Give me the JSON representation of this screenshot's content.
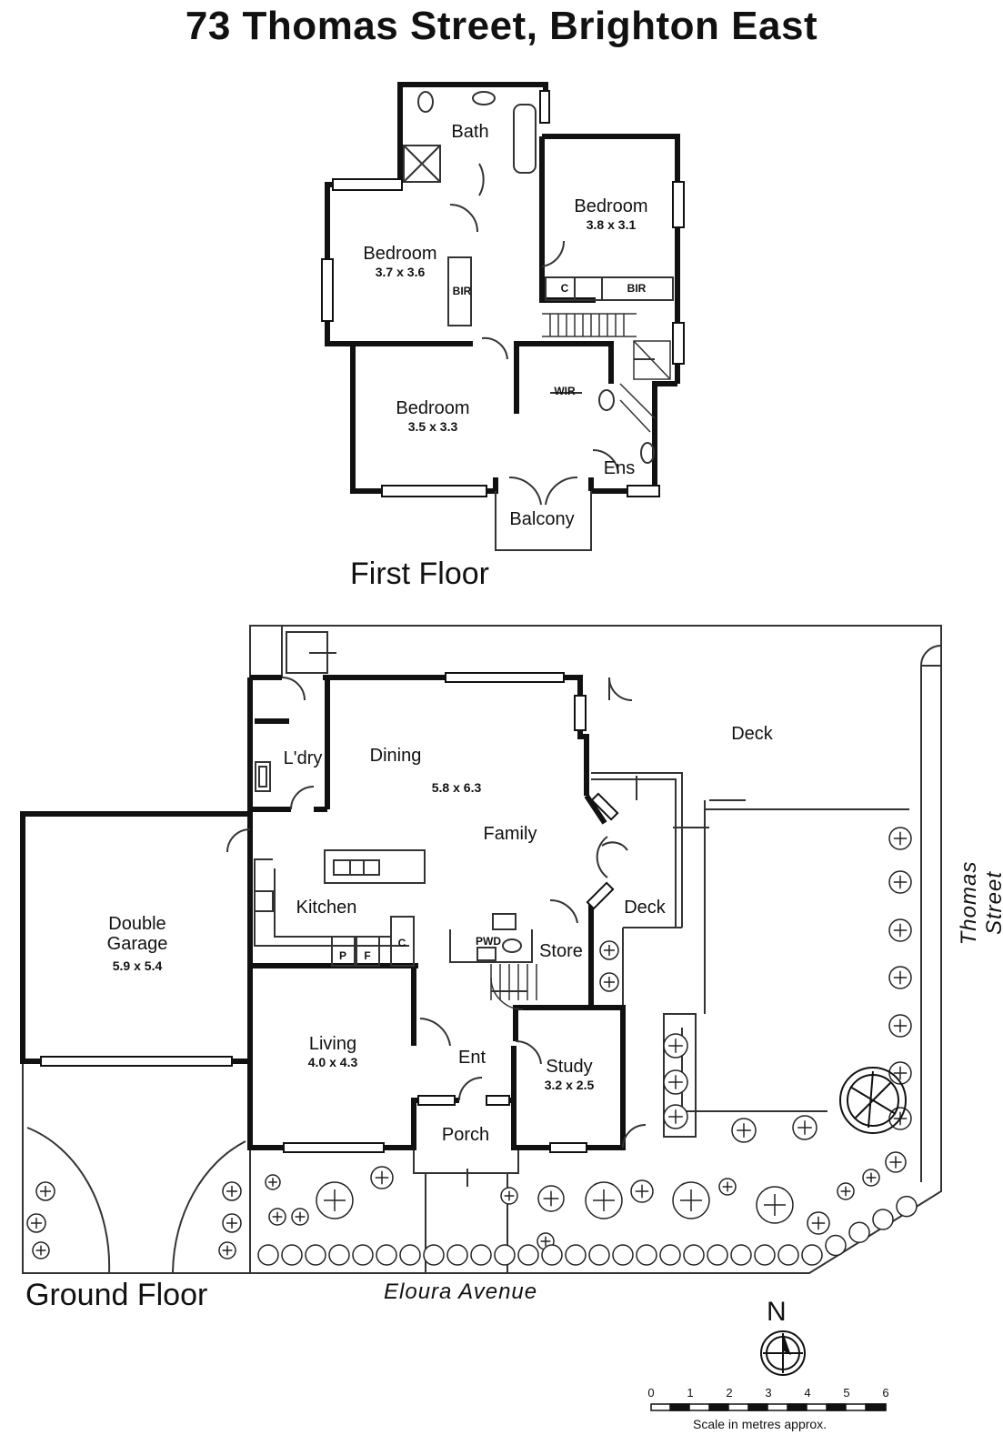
{
  "title": "73 Thomas Street, Brighton East",
  "floors": {
    "first": {
      "label": "First Floor"
    },
    "ground": {
      "label": "Ground Floor"
    }
  },
  "rooms": {
    "bath": {
      "name": "Bath"
    },
    "bed1": {
      "name": "Bedroom",
      "dim": "3.8 x 3.1"
    },
    "bed2": {
      "name": "Bedroom",
      "dim": "3.7 x 3.6"
    },
    "bed3": {
      "name": "Bedroom",
      "dim": "3.5 x 3.3"
    },
    "bir1": {
      "name": "BIR"
    },
    "bir2": {
      "name": "BIR"
    },
    "c1": {
      "name": "C"
    },
    "wir": {
      "name": "WIR"
    },
    "ens": {
      "name": "Ens"
    },
    "balcony": {
      "name": "Balcony"
    },
    "deck1": {
      "name": "Deck"
    },
    "deck2": {
      "name": "Deck"
    },
    "ldry": {
      "name": "L'dry"
    },
    "dining": {
      "name": "Dining"
    },
    "dining_dim": {
      "dim": "5.8 x 6.3"
    },
    "family": {
      "name": "Family"
    },
    "kitchen": {
      "name": "Kitchen"
    },
    "garage": {
      "name": "Double\nGarage",
      "line1": "Double",
      "line2": "Garage",
      "dim": "5.9 x 5.4"
    },
    "p": {
      "name": "P"
    },
    "f": {
      "name": "F"
    },
    "c2": {
      "name": "C"
    },
    "pwd": {
      "name": "PWD"
    },
    "store": {
      "name": "Store"
    },
    "living": {
      "name": "Living",
      "dim": "4.0 x 4.3"
    },
    "ent": {
      "name": "Ent"
    },
    "study": {
      "name": "Study",
      "dim": "3.2 x 2.5"
    },
    "porch": {
      "name": "Porch"
    }
  },
  "streets": {
    "thomas": "Thomas  Street",
    "eloura": "Eloura  Avenue"
  },
  "north": "N",
  "scale": {
    "ticks": [
      "0",
      "1",
      "2",
      "3",
      "4",
      "5",
      "6"
    ],
    "caption": "Scale in metres approx."
  },
  "colors": {
    "wall": "#111111",
    "thin": "#333333",
    "background": "#ffffff"
  }
}
